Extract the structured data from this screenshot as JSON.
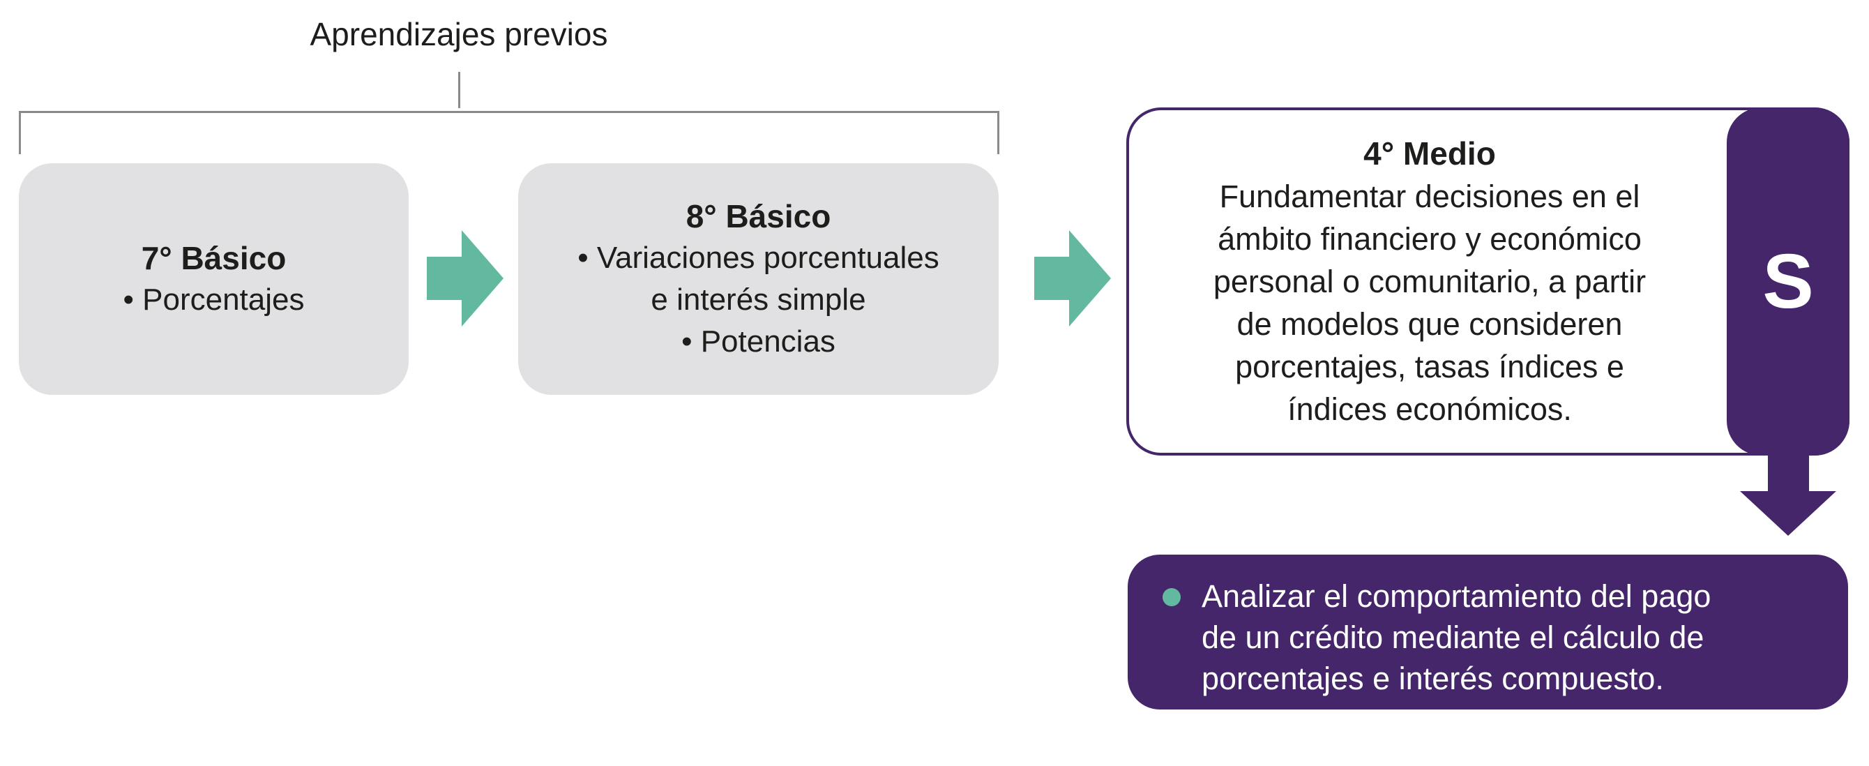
{
  "header": {
    "title": "Aprendizajes previos"
  },
  "boxes": [
    {
      "heading": "7° Básico",
      "items": [
        "• Porcentajes"
      ]
    },
    {
      "heading": "8° Básico",
      "items": [
        "• Variaciones porcentuales",
        "e interés simple",
        "• Potencias"
      ]
    }
  ],
  "target": {
    "heading": "4° Medio",
    "lines": [
      "Fundamentar decisiones en el",
      "ámbito financiero y económico",
      "personal o comunitario, a partir",
      "de modelos que consideren",
      "porcentajes, tasas índices e",
      "índices económicos."
    ],
    "tab_letter": "S"
  },
  "objective": {
    "lines": [
      "Analizar el comportamiento del pago",
      "de un crédito mediante el cálculo de",
      "porcentajes e interés compuesto."
    ]
  },
  "colors": {
    "purple": "#46266a",
    "teal": "#62b9a0",
    "gray": "#e1e1e3"
  }
}
